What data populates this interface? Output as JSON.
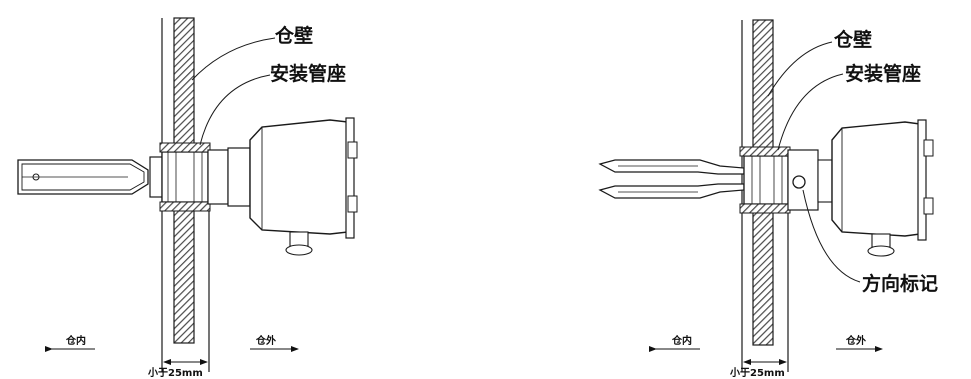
{
  "diagram": {
    "left": {
      "wall_label": "仓壁",
      "socket_label": "安装管座",
      "inside_label": "仓内",
      "outside_label": "仓外",
      "thickness_label": "小于25mm"
    },
    "right": {
      "wall_label": "仓壁",
      "socket_label": "安装管座",
      "direction_label": "方向标记",
      "inside_label": "仓内",
      "outside_label": "仓外",
      "thickness_label": "小于25mm"
    }
  },
  "colors": {
    "line": "#1a1a1a",
    "hatch": "#555555",
    "background": "#ffffff"
  }
}
